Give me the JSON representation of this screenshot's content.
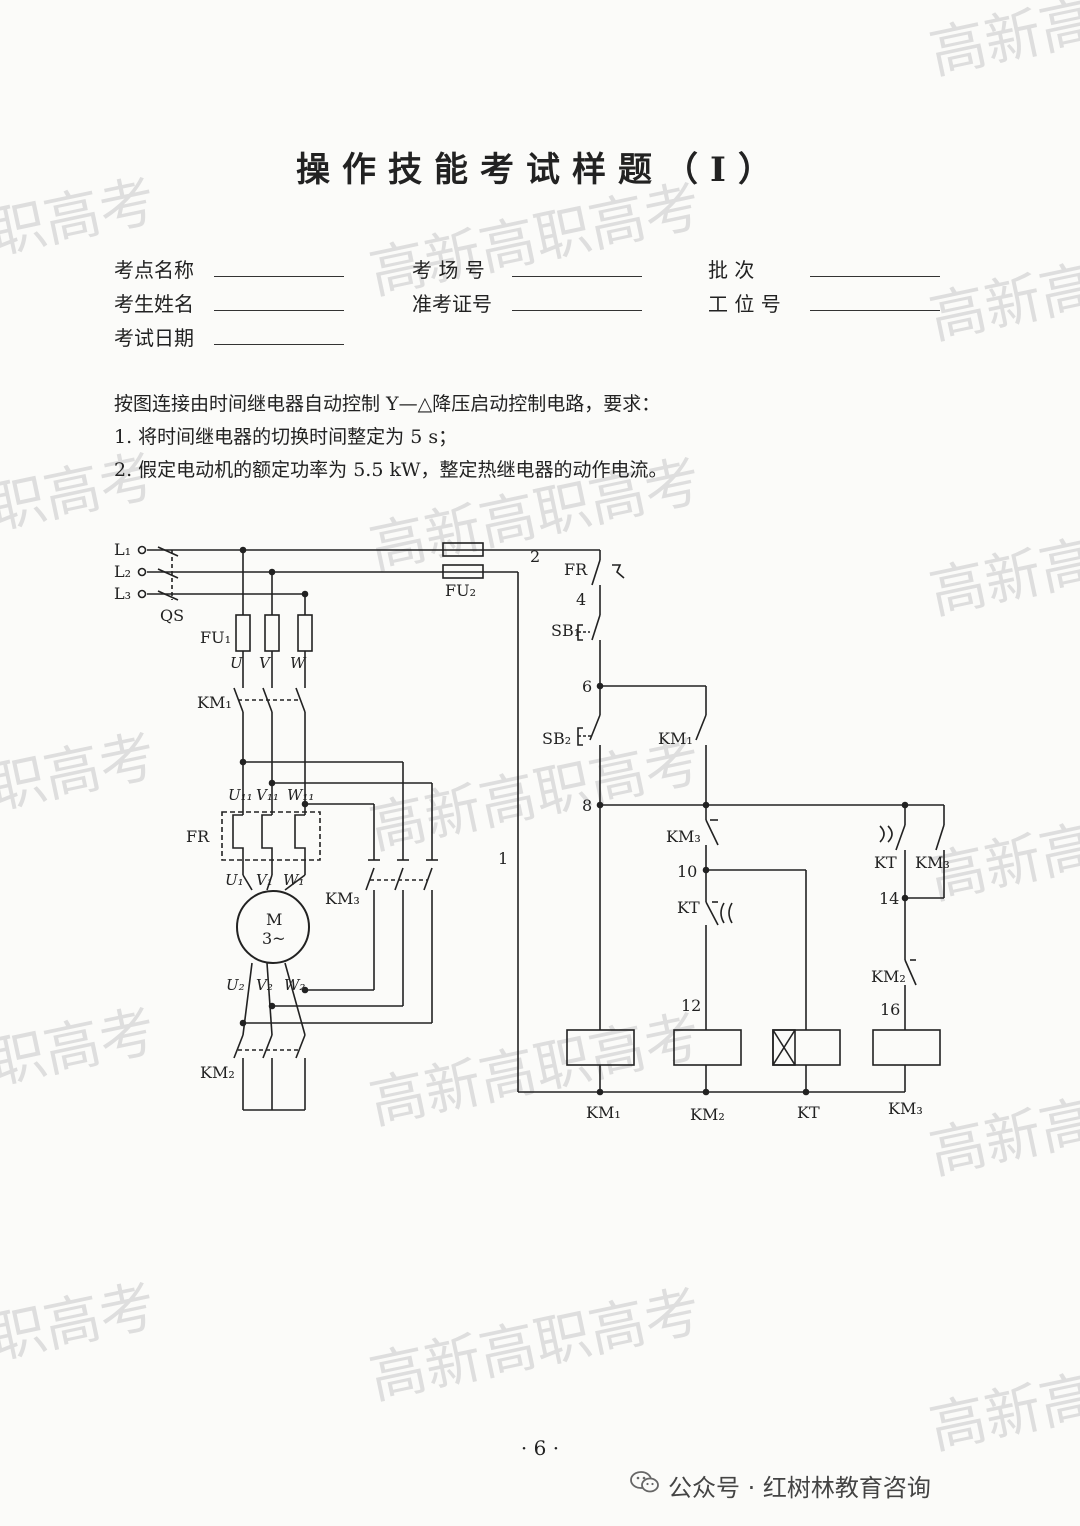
{
  "title": "操作技能考试样题（I）",
  "form": {
    "exam_site": "考点名称",
    "exam_room": "考  场  号",
    "batch": "批    次",
    "candidate_name": "考生姓名",
    "admission_no": "准考证号",
    "station_no": "工 位 号",
    "exam_date": "考试日期"
  },
  "instructions": {
    "intro": "按图连接由时间继电器自动控制 Y—△降压启动控制电路，要求：",
    "req1": "1.  将时间继电器的切换时间整定为 5 s；",
    "req2": "2.  假定电动机的额定功率为 5.5 kW，整定热继电器的动作电流。"
  },
  "diagram": {
    "L1": "L₁",
    "L2": "L₂",
    "L3": "L₃",
    "QS": "QS",
    "FU1": "FU₁",
    "FU2": "FU₂",
    "U": "U",
    "V": "V",
    "W": "W",
    "KM1_main": "KM₁",
    "U11": "U₁₁",
    "V11": "V₁₁",
    "W11": "W₁₁",
    "FR_main": "FR",
    "U1": "U₁",
    "V1": "V₁",
    "W1": "W₁",
    "motor_M": "M",
    "motor_3ph": "3~",
    "KM3_main": "KM₃",
    "U2": "U₂",
    "V2": "V₂",
    "W2": "W₂",
    "KM2_main": "KM₂",
    "FR_ctrl": "FR",
    "SB1": "SB₁",
    "SB2": "SB₂",
    "KM1_aux": "KM₁",
    "KM3_nc": "KM₃",
    "KT_nc": "KT",
    "KT_no": "KT",
    "KM3_hold": "KM₃",
    "KM2_nc": "KM₂",
    "n1": "1",
    "n2": "2",
    "n4": "4",
    "n6": "6",
    "n8": "8",
    "n10": "10",
    "n12": "12",
    "n14": "14",
    "n16": "16",
    "coil_KM1": "KM₁",
    "coil_KM2": "KM₂",
    "coil_KT": "KT",
    "coil_KM3": "KM₃"
  },
  "page_number": "· 6 ·",
  "footer": "公众号 · 红树林教育咨询",
  "watermark": "高新高职高考"
}
